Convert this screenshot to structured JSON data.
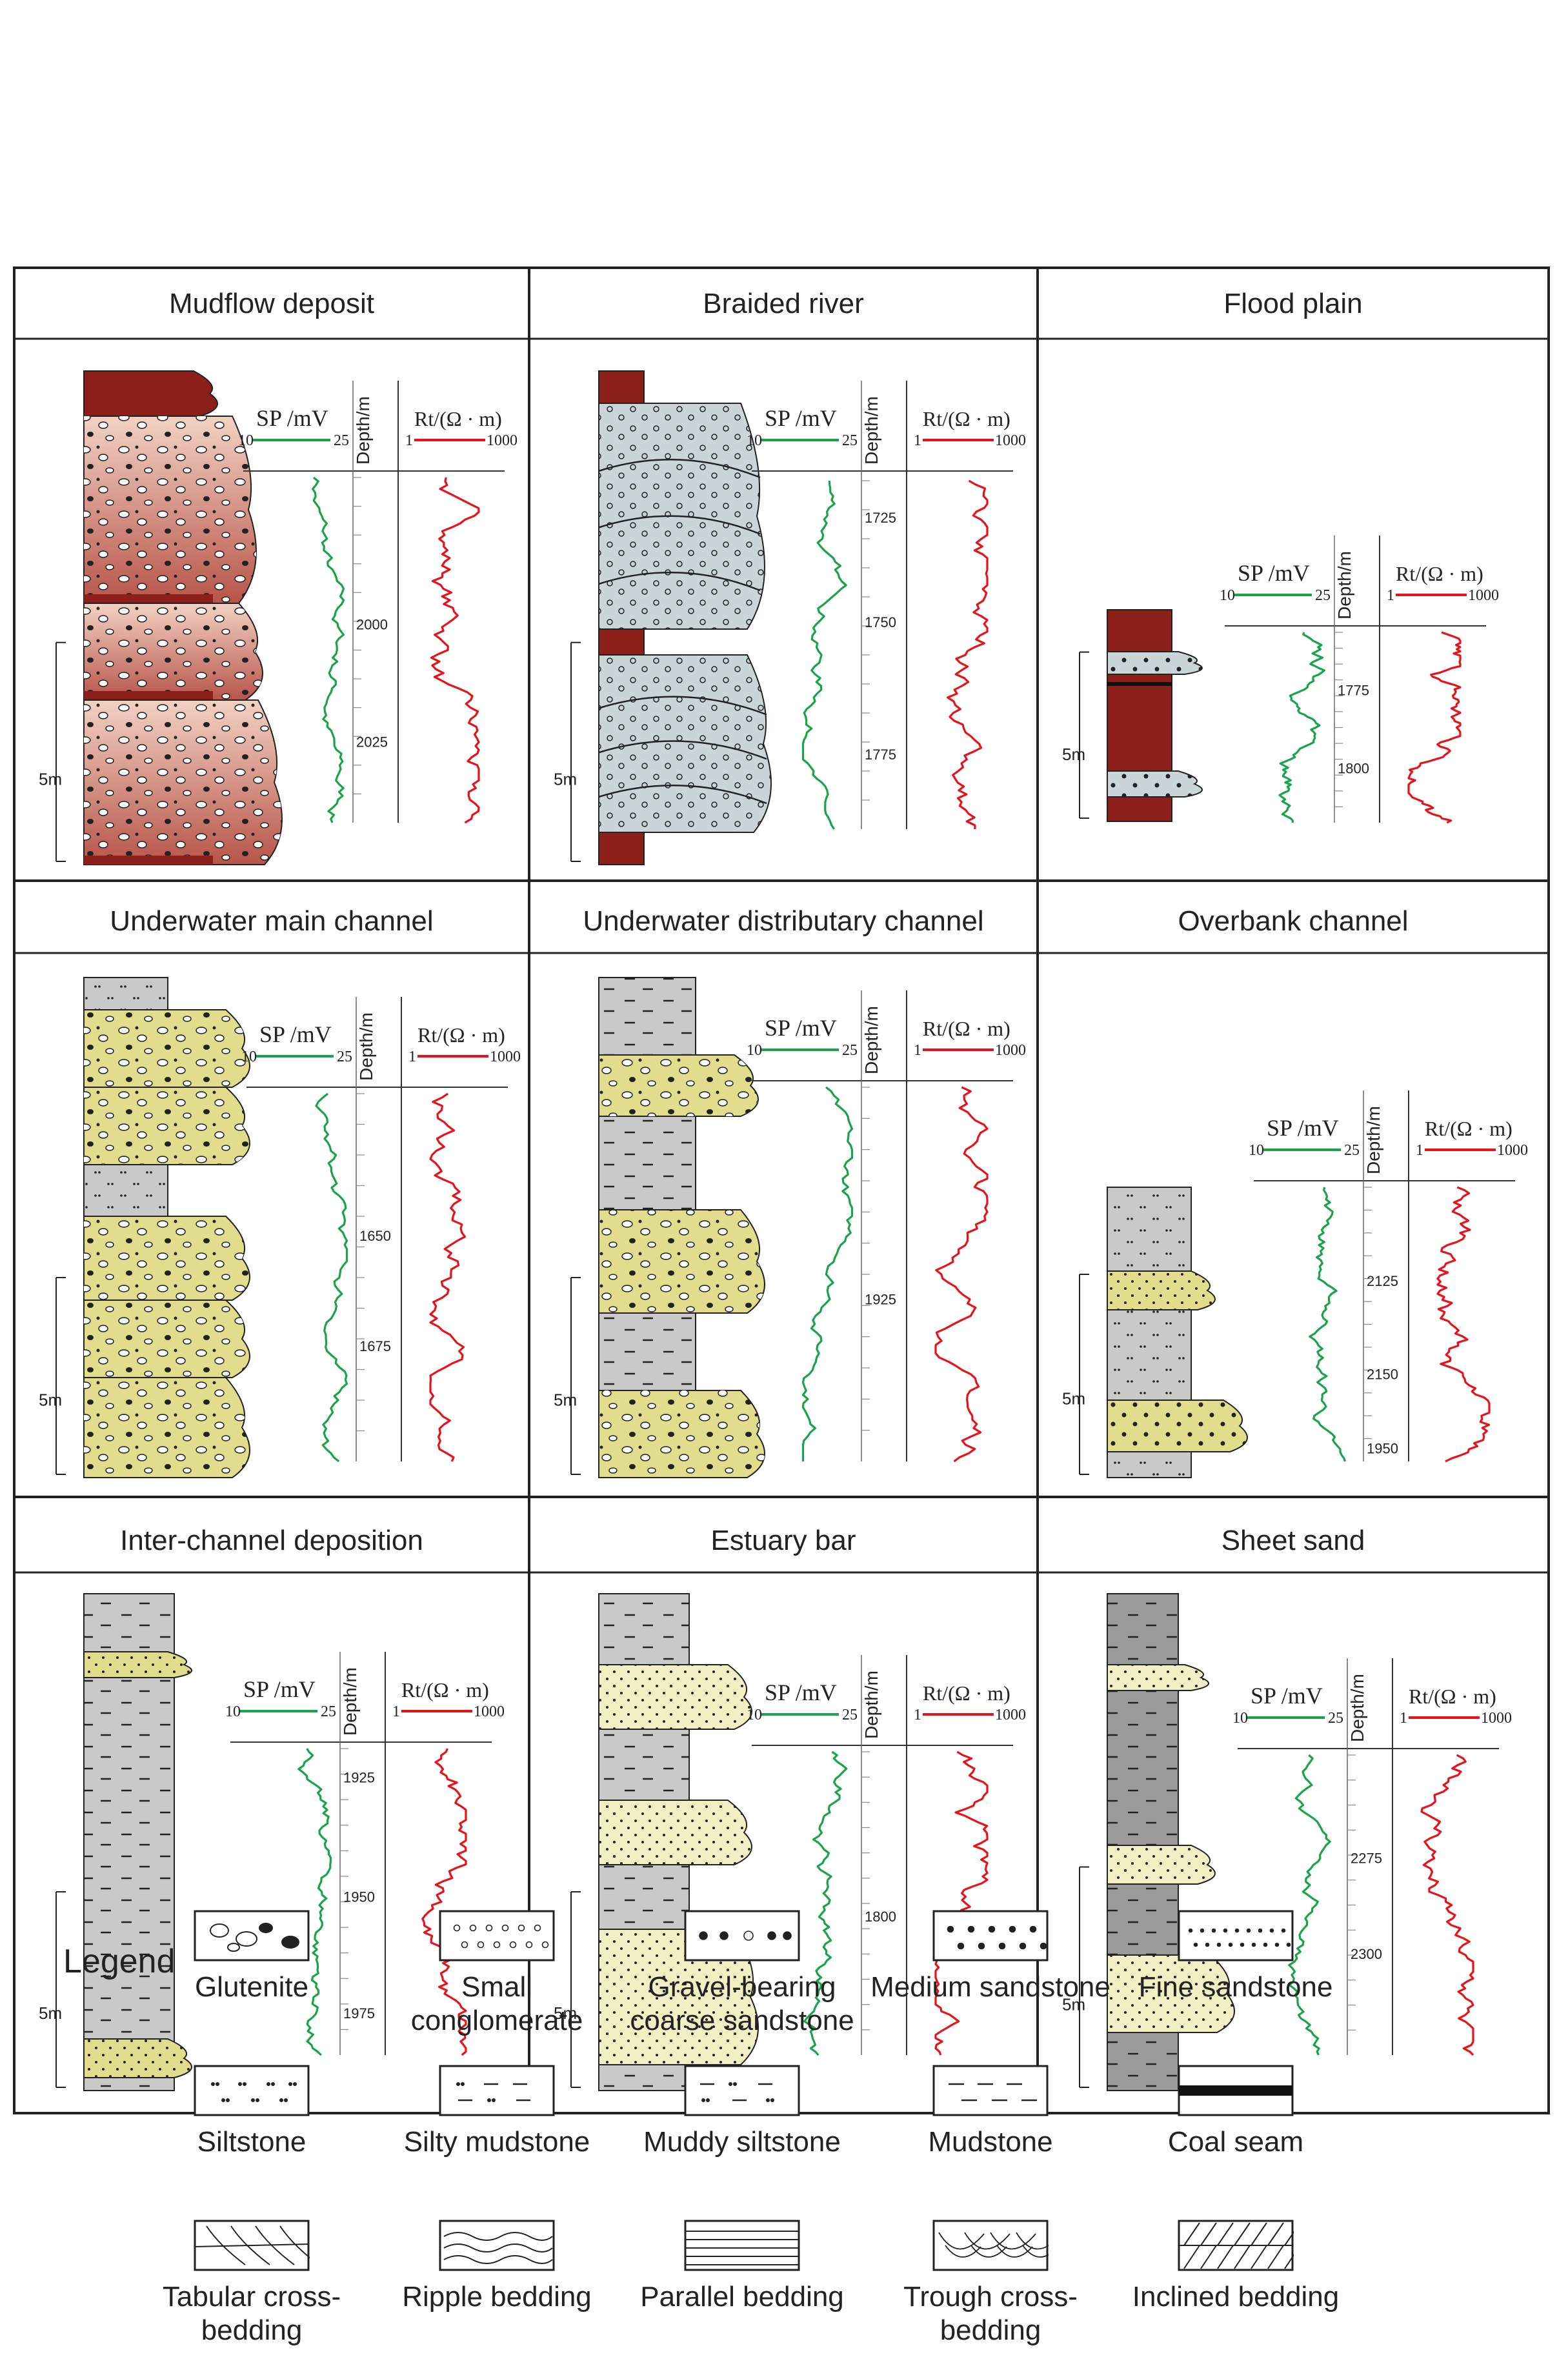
{
  "panels": [
    {
      "title": "Mudflow deposit",
      "depth_ticks": [
        "2000",
        "2025"
      ]
    },
    {
      "title": "Braided river",
      "depth_ticks": [
        "1725",
        "1750",
        "1775"
      ]
    },
    {
      "title": "Flood plain",
      "depth_ticks": [
        "1775",
        "1800"
      ]
    },
    {
      "title": "Underwater main channel",
      "depth_ticks": [
        "1650",
        "1675"
      ]
    },
    {
      "title": "Underwater distributary  channel",
      "depth_ticks": [
        "1925"
      ]
    },
    {
      "title": "Overbank channel",
      "depth_ticks": [
        "2125",
        "2150",
        "1950"
      ]
    },
    {
      "title": "Inter-channel deposition",
      "depth_ticks": [
        "1925",
        "1950",
        "1975"
      ]
    },
    {
      "title": "Estuary bar",
      "depth_ticks": [
        "1800"
      ]
    },
    {
      "title": "Sheet sand",
      "depth_ticks": [
        "2275",
        "2300"
      ]
    }
  ],
  "log": {
    "sp_label": "SP /mV",
    "sp_min": "10",
    "sp_max": "25",
    "depth_label": "Depth/m",
    "rt_label": "Rt/(Ω · m)",
    "rt_min": "1",
    "rt_max": "1000",
    "scale_label": "5m"
  },
  "legend": {
    "title": "Legend",
    "items": [
      {
        "label": "Glutenite",
        "pattern": "glutenite"
      },
      {
        "label": "Small conglomerate",
        "pattern": "small-conglomerate"
      },
      {
        "label": "Gravel-bearing coarse sandstone",
        "pattern": "gravel-coarse-sandstone"
      },
      {
        "label": "Medium sandstone",
        "pattern": "medium-sandstone"
      },
      {
        "label": "Fine sandstone",
        "pattern": "fine-sandstone"
      },
      {
        "label": "Siltstone",
        "pattern": "siltstone"
      },
      {
        "label": "Silty mudstone",
        "pattern": "silty-mudstone"
      },
      {
        "label": "Muddy siltstone",
        "pattern": "muddy-siltstone"
      },
      {
        "label": "Mudstone",
        "pattern": "mudstone"
      },
      {
        "label": "Coal seam",
        "pattern": "coal-seam"
      },
      {
        "label": "Tabular cross-bedding",
        "pattern": "tabular-cross-bedding"
      },
      {
        "label": "Ripple bedding",
        "pattern": "ripple-bedding"
      },
      {
        "label": "Parallel bedding",
        "pattern": "parallel-bedding"
      },
      {
        "label": "Trough cross-bedding",
        "pattern": "trough-cross-bedding"
      },
      {
        "label": "Inclined bedding",
        "pattern": "inclined-bedding"
      }
    ]
  },
  "colors": {
    "sp_curve": "#1aa34a",
    "rt_curve": "#e8121b",
    "mudflow_top": "#f2d2c4",
    "mudflow_bottom": "#b8554a",
    "mudstone_red": "#8c1f1a",
    "braided_gray": "#c9d5d6",
    "sand_yellow": "#e2dd8c",
    "light_sand": "#f1efc3",
    "column_gray": "#c9c9c9",
    "frame": "#222222"
  }
}
